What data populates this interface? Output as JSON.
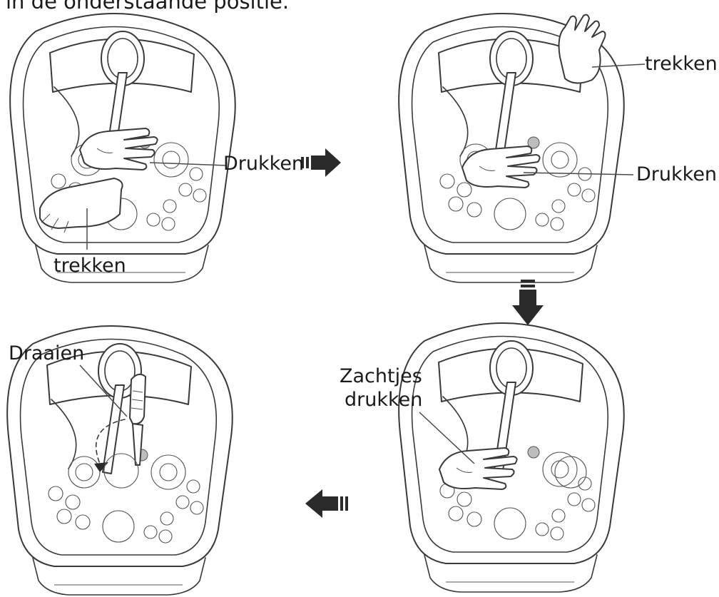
{
  "heading": "in de onderstaande positie.",
  "panels": [
    {
      "labels": [
        "Drukken",
        "trekken"
      ]
    },
    {
      "labels": [
        "trekken",
        "Drukken"
      ]
    },
    {
      "labels": [
        "Zachtjes",
        "drukken"
      ]
    },
    {
      "labels": [
        "Draaien"
      ]
    }
  ],
  "icons": [
    "arrow-right-icon",
    "arrow-down-icon",
    "arrow-left-icon",
    "hand-icon",
    "screwdriver-icon",
    "rotate-arrow-icon"
  ],
  "colors": {
    "line": "#3a3a3a",
    "arrow": "#2a2a2a",
    "accent_grey": "#bdbdbd"
  }
}
